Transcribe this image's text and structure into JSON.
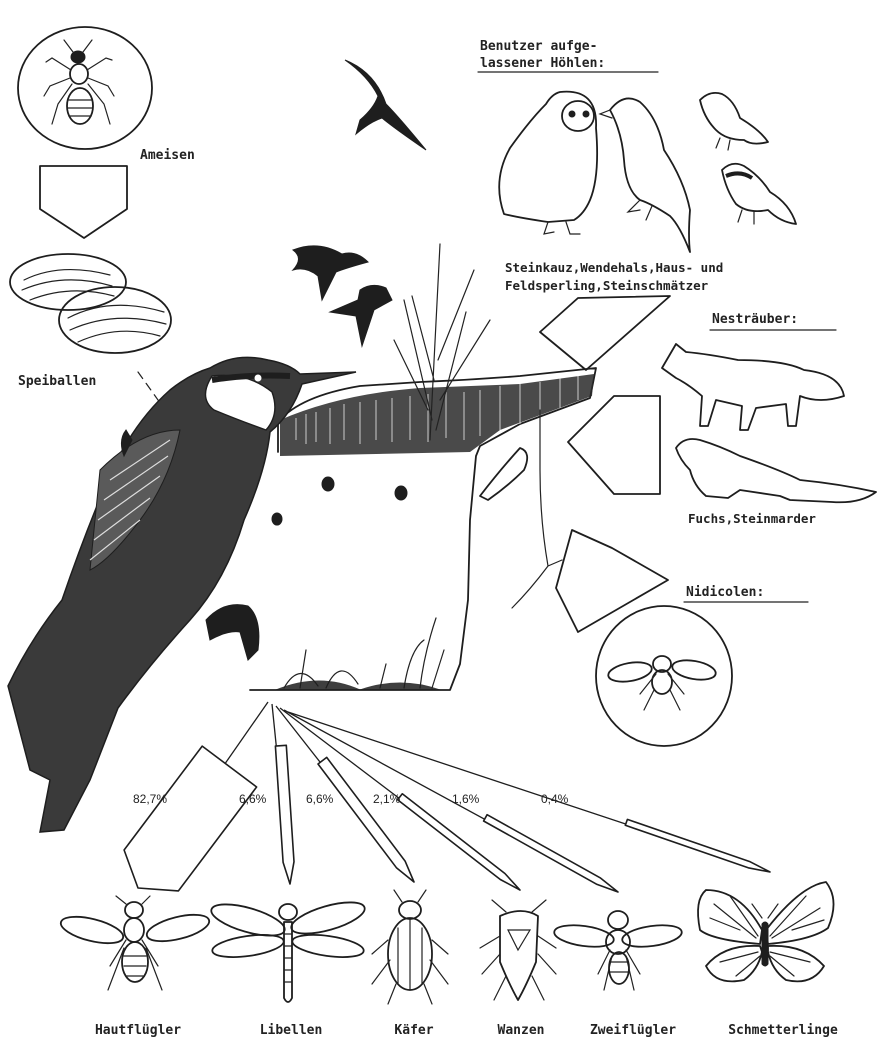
{
  "labels": {
    "ants": "Ameisen",
    "pellets": "Speiballen",
    "users_heading_line1": "Benutzer aufge-",
    "users_heading_line2": "lassener Höhlen:",
    "users_species_line1": "Steinkauz,Wendehals,Haus- und",
    "users_species_line2": "Feldsperling,Steinschmätzer",
    "predators_heading": "Nesträuber:",
    "predators_species": "Fuchs,Steinmarder",
    "nidicolous_heading": "Nidicolen:"
  },
  "chart_data": {
    "type": "bar",
    "categories": [
      "Hautflügler",
      "Libellen",
      "Käfer",
      "Wanzen",
      "Zweiflügler",
      "Schmetterlinge"
    ],
    "values": [
      82.7,
      6.6,
      6.6,
      2.1,
      1.6,
      0.4
    ],
    "value_labels": [
      "82,7%",
      "6,6%",
      "6,6%",
      "2,1%",
      "1,6%",
      "0,4%"
    ]
  },
  "icons": {
    "ant": "ant-icon",
    "fly": "fly-icon",
    "owl": "owl-icon",
    "fox": "fox-icon",
    "marten": "marten-icon",
    "bee_eater": "bee-eater-icon",
    "swallow": "swallow-icon"
  },
  "colors": {
    "ink": "#1e1e1e",
    "paper": "#ffffff"
  }
}
